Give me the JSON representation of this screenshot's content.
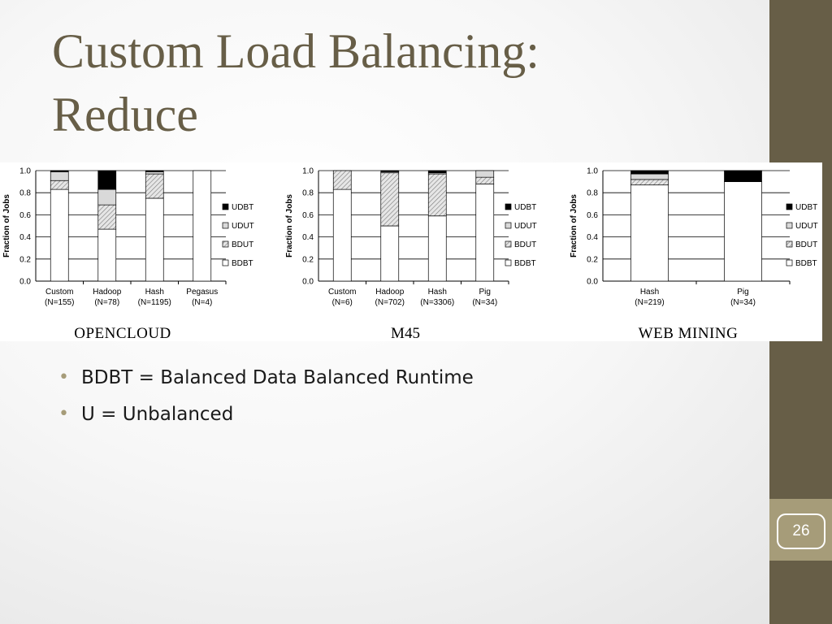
{
  "slide": {
    "title_line1": "Custom Load Balancing:",
    "title_line2": "Reduce",
    "page_number": "26",
    "bullets": [
      "BDBT = Balanced Data Balanced Runtime",
      "U = Unbalanced"
    ]
  },
  "colors": {
    "sidebar": "#675e47",
    "page_box": "#a69c79",
    "title": "#675e47",
    "UDBT": "#000000",
    "UDUT": "#d9d9d9",
    "BDUT": "#c8c8c8",
    "BDBT": "#ffffff"
  },
  "chart_data": [
    {
      "type": "bar",
      "stacked": true,
      "title": "OPENCLOUD",
      "ylabel": "Fraction of Jobs",
      "ylim": [
        0,
        1
      ],
      "yticks": [
        "0.0",
        "0.2",
        "0.4",
        "0.6",
        "0.8",
        "1.0"
      ],
      "grid": true,
      "legend": "right",
      "categories": [
        "Custom",
        "Hadoop",
        "Hash",
        "Pegasus"
      ],
      "category_counts": [
        "(N=155)",
        "(N=78)",
        "(N=1195)",
        "(N=4)"
      ],
      "series": [
        {
          "name": "BDBT",
          "values": [
            0.83,
            0.47,
            0.75,
            1.0
          ]
        },
        {
          "name": "BDUT",
          "values": [
            0.08,
            0.22,
            0.22,
            0.0
          ]
        },
        {
          "name": "UDUT",
          "values": [
            0.08,
            0.14,
            0.02,
            0.0
          ]
        },
        {
          "name": "UDBT",
          "values": [
            0.01,
            0.17,
            0.01,
            0.0
          ]
        }
      ]
    },
    {
      "type": "bar",
      "stacked": true,
      "title": "M45",
      "ylabel": "Fraction of Jobs",
      "ylim": [
        0,
        1
      ],
      "yticks": [
        "0.0",
        "0.2",
        "0.4",
        "0.6",
        "0.8",
        "1.0"
      ],
      "grid": true,
      "legend": "right",
      "categories": [
        "Custom",
        "Hadoop",
        "Hash",
        "Pig"
      ],
      "category_counts": [
        "(N=6)",
        "(N=702)",
        "(N=3306)",
        "(N=34)"
      ],
      "series": [
        {
          "name": "BDBT",
          "values": [
            0.83,
            0.5,
            0.59,
            0.88
          ]
        },
        {
          "name": "BDUT",
          "values": [
            0.17,
            0.48,
            0.38,
            0.06
          ]
        },
        {
          "name": "UDUT",
          "values": [
            0.0,
            0.01,
            0.01,
            0.06
          ]
        },
        {
          "name": "UDBT",
          "values": [
            0.0,
            0.01,
            0.02,
            0.0
          ]
        }
      ]
    },
    {
      "type": "bar",
      "stacked": true,
      "title": "WEB MINING",
      "ylabel": "Fraction of Jobs",
      "ylim": [
        0,
        1
      ],
      "yticks": [
        "0.0",
        "0.2",
        "0.4",
        "0.6",
        "0.8",
        "1.0"
      ],
      "grid": true,
      "legend": "right",
      "categories": [
        "Hash",
        "Pig"
      ],
      "category_counts": [
        "(N=219)",
        "(N=34)"
      ],
      "series": [
        {
          "name": "BDBT",
          "values": [
            0.87,
            0.9
          ]
        },
        {
          "name": "BDUT",
          "values": [
            0.05,
            0.0
          ]
        },
        {
          "name": "UDUT",
          "values": [
            0.05,
            0.0
          ]
        },
        {
          "name": "UDBT",
          "values": [
            0.03,
            0.1
          ]
        }
      ]
    }
  ]
}
